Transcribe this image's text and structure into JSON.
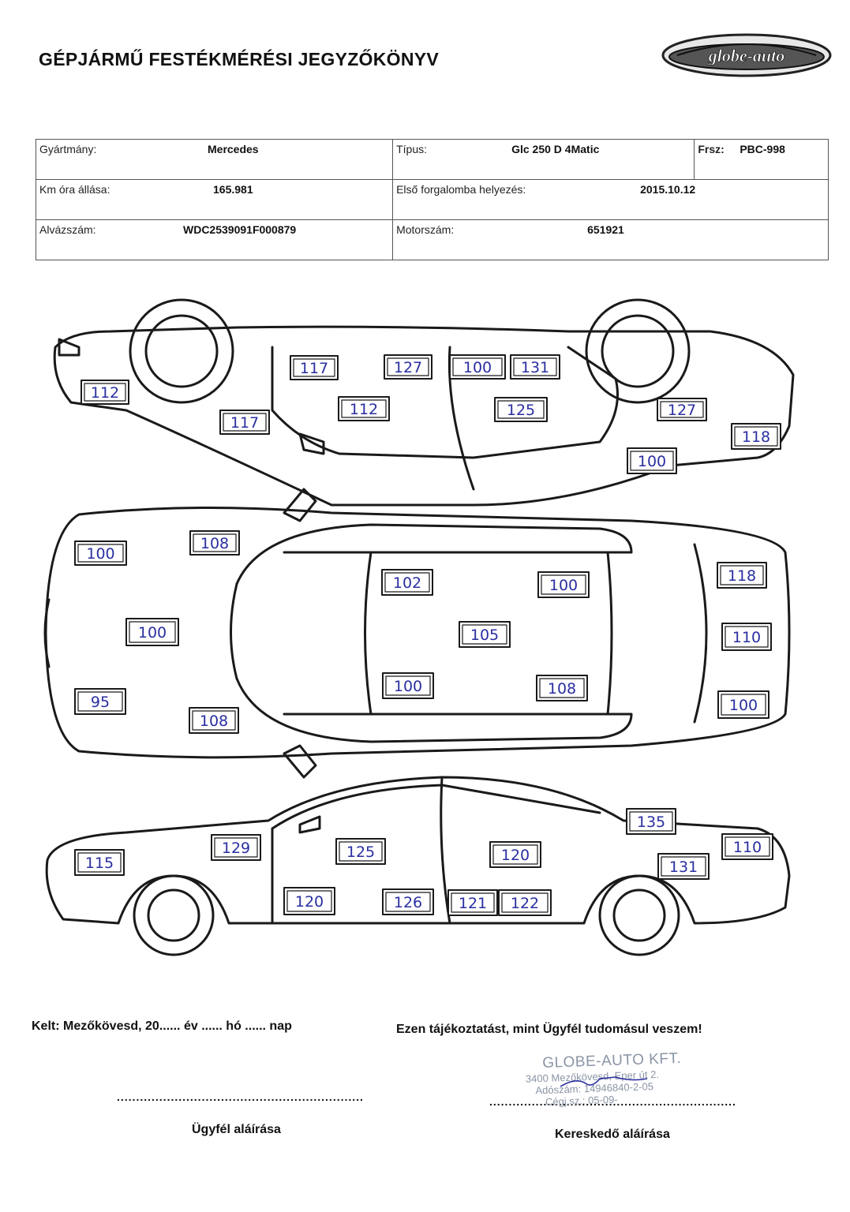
{
  "header": {
    "title": "GÉPJÁRMŰ FESTÉKMÉRÉSI JEGYZŐKÖNYV",
    "logo_text": "globe-auto"
  },
  "vehicle": {
    "make_label": "Gyártmány:",
    "make": "Mercedes",
    "type_label": "Típus:",
    "type": "Glc 250 D 4Matic",
    "plate_label": "Frsz:",
    "plate": "PBC-998",
    "km_label": "Km óra állása:",
    "km": "165.981",
    "first_reg_label": "Első forgalomba helyezés:",
    "first_reg": "2015.10.12",
    "vin_label": "Alvázszám:",
    "vin": "WDC2539091F000879",
    "engine_label": "Motorszám:",
    "engine": "651921"
  },
  "measurements": {
    "right_side_view": [
      "112",
      "117",
      "117",
      "112",
      "127",
      "100",
      "131",
      "125",
      "127",
      "118",
      "100"
    ],
    "top_view": [
      "100",
      "108",
      "100",
      "95",
      "108",
      "102",
      "100",
      "105",
      "100",
      "108",
      "118",
      "110",
      "100"
    ],
    "left_side_view": [
      "115",
      "129",
      "125",
      "120",
      "135",
      "110",
      "131",
      "120",
      "126",
      "121",
      "122"
    ]
  },
  "footer": {
    "place_date": "Kelt: Mezőkövesd, 20...... év ...... hó ...... nap",
    "acknowledgement": "Ezen tájékoztatást, mint Ügyfél tudomásul veszem!",
    "customer_signature": "Ügyfél aláírása",
    "dealer_signature": "Kereskedő aláírása",
    "dotted_line": "..........................................................................",
    "stamp": {
      "company": "GLOBE-AUTO KFT.",
      "address": "3400 Mezőkövesd, Eper út 2.",
      "tax": "Adószám: 14946840-2-05",
      "reg": "Cégj.sz.: 05-09-"
    }
  },
  "colors": {
    "ink": "#1a1a1a",
    "pen": "#2a2fa0",
    "stamp": "#8b95a6"
  }
}
